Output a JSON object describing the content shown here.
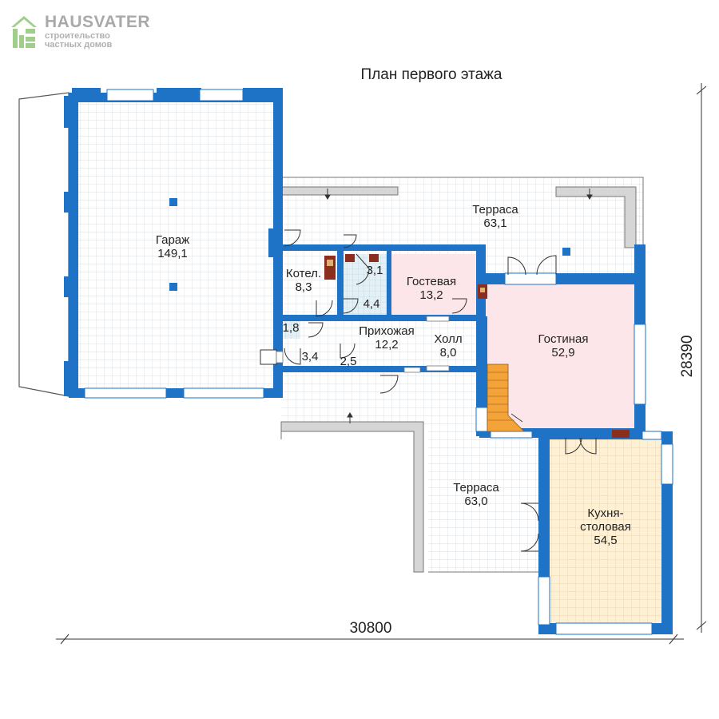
{
  "branding": {
    "name": "HAUSVATER",
    "tagline_line1": "строительство",
    "tagline_line2": "частных домов",
    "logo_color": "#9fcf8a"
  },
  "plan": {
    "title": "План первого этажа",
    "wall_color": "#1f73c7",
    "floor_grid_color": "#cfd3d8",
    "dimensions": {
      "width": "30800",
      "depth": "28390"
    },
    "rooms": {
      "garage": {
        "name": "Гараж",
        "area": "149,1"
      },
      "terrace_north": {
        "name": "Терраса",
        "area": "63,1"
      },
      "boiler": {
        "name": "Котел.",
        "area": "8,3"
      },
      "bath_a": {
        "area": "3,1"
      },
      "bath_b": {
        "area": "4,4"
      },
      "guest": {
        "name": "Гостевая",
        "area": "13,2",
        "fill": "#fde6ea"
      },
      "living": {
        "name": "Гостиная",
        "area": "52,9",
        "fill": "#fde6ea"
      },
      "closet_a": {
        "area": "1,8"
      },
      "vestibule": {
        "area": "3,4"
      },
      "closet_b": {
        "area": "2,5"
      },
      "entry_hall": {
        "name": "Прихожая",
        "area": "12,2"
      },
      "hall": {
        "name": "Холл",
        "area": "8,0"
      },
      "terrace_south": {
        "name": "Терраса",
        "area": "63,0"
      },
      "kitchen": {
        "name": "Кухня-",
        "name2": "столовая",
        "area": "54,5",
        "fill": "#fdf0d5"
      }
    }
  }
}
